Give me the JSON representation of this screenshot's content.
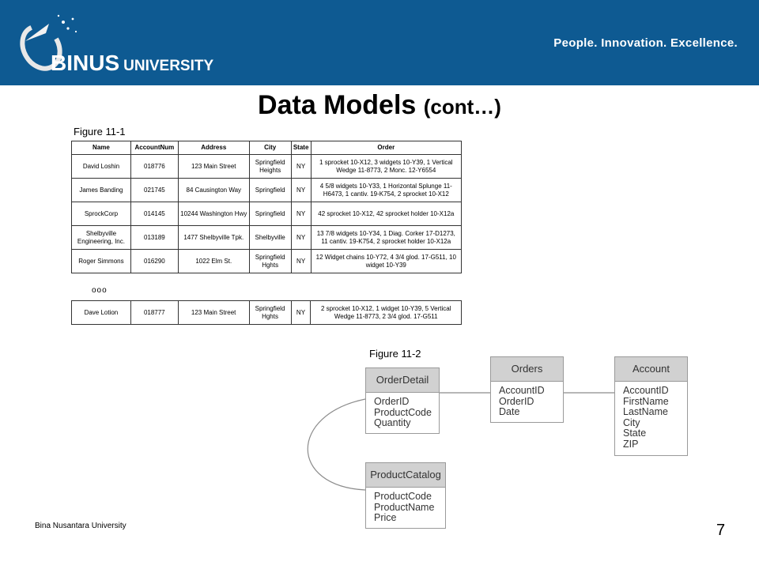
{
  "header": {
    "logo_text": "BINUS",
    "logo_sub": "UNIVERSITY",
    "tagline": "People. Innovation. Excellence."
  },
  "slide": {
    "title": "Data Models",
    "title_suffix": "(cont…)",
    "footer": "Bina Nusantara University",
    "page_number": "7"
  },
  "figure1": {
    "label": "Figure 11-1",
    "columns": [
      "Name",
      "AccountNum",
      "Address",
      "City",
      "State",
      "Order"
    ],
    "rows": [
      [
        "David Loshin",
        "018776",
        "123 Main Street",
        "Springfield Heights",
        "NY",
        "1 sprocket 10-X12, 3 widgets 10-Y39, 1 Vertical Wedge 11-8773, 2 Monc. 12-Y6554"
      ],
      [
        "James Banding",
        "021745",
        "84 Causington Way",
        "Springfield",
        "NY",
        "4 5/8 widgets 10-Y33, 1 Horizontal Splunge 11-H6473, 1 cantiv. 19-K754, 2 sprocket 10-X12"
      ],
      [
        "SprockCorp",
        "014145",
        "10244 Washington Hwy",
        "Springfield",
        "NY",
        "42 sprocket 10-X12, 42 sprocket holder 10-X12a"
      ],
      [
        "Shelbyville Engineering, Inc.",
        "013189",
        "1477 Shelbyville Tpk.",
        "Shelbyville",
        "NY",
        "13 7/8 widgets 10-Y34, 1 Diag. Corker 17-D1273, 11 cantiv. 19-K754, 2 sprocket holder 10-X12a"
      ],
      [
        "Roger Simmons",
        "016290",
        "1022 Elm St.",
        "Springfield Hghts",
        "NY",
        "12 Widget chains 10-Y72, 4 3/4 glod. 17-G511, 10 widget 10-Y39"
      ]
    ],
    "ellipsis": "ooo",
    "last_row": [
      "Dave Lotion",
      "018777",
      "123 Main Street",
      "Springfield Hghts",
      "NY",
      "2 sprocket 10-X12, 1 widget 10-Y39, 5 Vertical Wedge 11-8773, 2 3/4 glod. 17-G511"
    ]
  },
  "figure2": {
    "label": "Figure 11-2",
    "entities": {
      "orderdetail": {
        "name": "OrderDetail",
        "fields": [
          "OrderID",
          "ProductCode",
          "Quantity"
        ]
      },
      "orders": {
        "name": "Orders",
        "fields": [
          "AccountID",
          "OrderID",
          "Date"
        ]
      },
      "account": {
        "name": "Account",
        "fields": [
          "AccountID",
          "FirstName",
          "LastName",
          "City",
          "State",
          "ZIP"
        ]
      },
      "productcatalog": {
        "name": "ProductCatalog",
        "fields": [
          "ProductCode",
          "ProductName",
          "Price"
        ]
      }
    }
  }
}
